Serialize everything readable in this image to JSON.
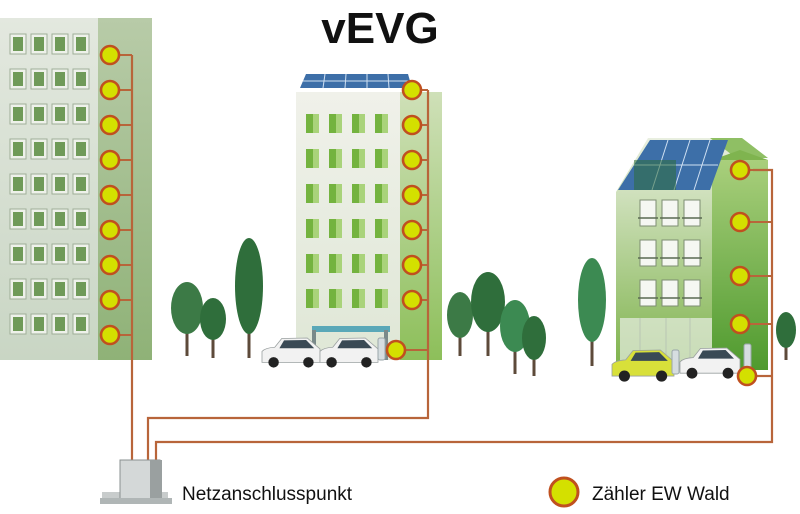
{
  "title": "vEVG",
  "legend": {
    "connection_point_label": "Netzanschlusspunkt",
    "meter_label": "Zähler EW Wald"
  },
  "colors": {
    "meter_fill": "#d4e000",
    "meter_stroke": "#c0501f",
    "wire": "#b8653a",
    "building_left": "#dfe6dc",
    "building_left_side": "#9fbf8a",
    "window_green": "#4f8a3a",
    "tree_dark": "#2f6e3b",
    "solar_panel": "#3d6fa8",
    "car_white": "#f2f2f2",
    "car_yellow": "#d8e03a"
  },
  "icons": [
    "meter-icon",
    "connection-box-icon",
    "solar-panel-icon",
    "tree-icon",
    "car-icon",
    "charging-station-icon"
  ]
}
